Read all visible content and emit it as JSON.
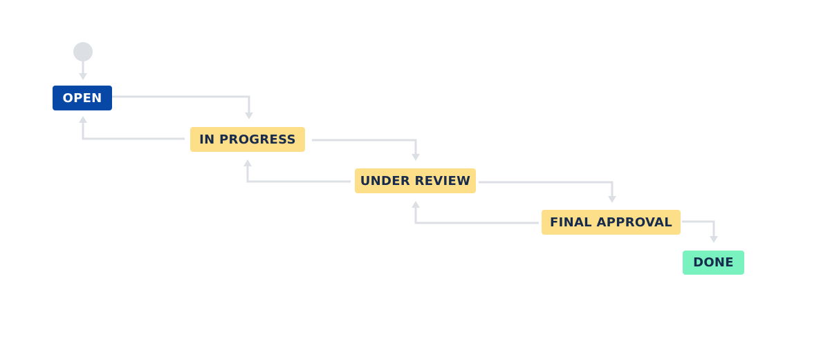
{
  "workflow": {
    "statuses": [
      {
        "id": "open",
        "label": "OPEN",
        "category": "to-do",
        "color": "#0747a6",
        "text_color": "#ffffff"
      },
      {
        "id": "in_progress",
        "label": "IN PROGRESS",
        "category": "in-progress",
        "color": "#fedf89",
        "text_color": "#172b4d"
      },
      {
        "id": "under_review",
        "label": "UNDER REVIEW",
        "category": "in-progress",
        "color": "#fedf89",
        "text_color": "#172b4d"
      },
      {
        "id": "final_approval",
        "label": "FINAL APPROVAL",
        "category": "in-progress",
        "color": "#fedf89",
        "text_color": "#172b4d"
      },
      {
        "id": "done",
        "label": "DONE",
        "category": "done",
        "color": "#79f2c0",
        "text_color": "#172b4d"
      }
    ],
    "transitions": [
      {
        "from": "start",
        "to": "open"
      },
      {
        "from": "open",
        "to": "in_progress"
      },
      {
        "from": "in_progress",
        "to": "open"
      },
      {
        "from": "in_progress",
        "to": "under_review"
      },
      {
        "from": "under_review",
        "to": "in_progress"
      },
      {
        "from": "under_review",
        "to": "final_approval"
      },
      {
        "from": "final_approval",
        "to": "under_review"
      },
      {
        "from": "final_approval",
        "to": "done"
      }
    ],
    "colors": {
      "connector": "#dcdfe4",
      "start_node": "#dcdfe4"
    }
  }
}
